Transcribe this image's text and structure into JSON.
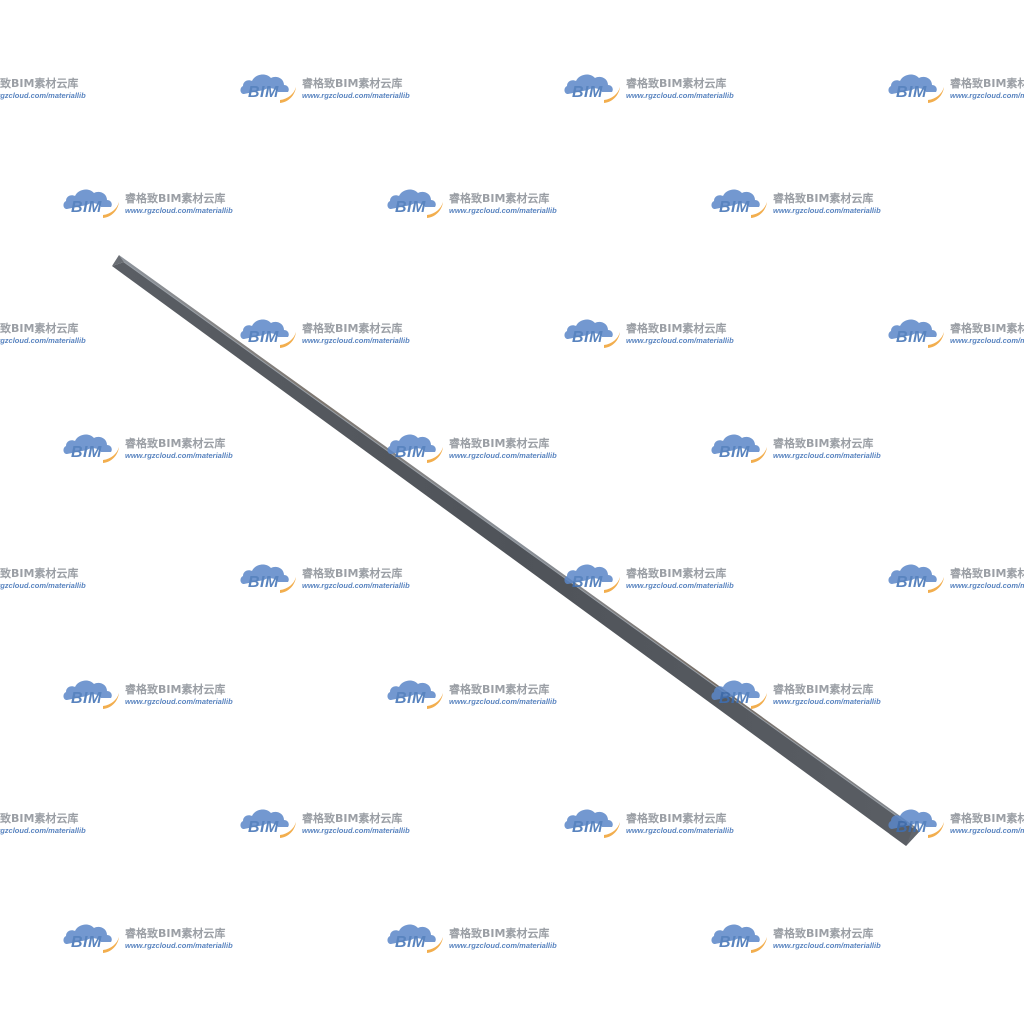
{
  "watermark": {
    "logo_text": "BIM",
    "title": "睿格致BIM素材云库",
    "url": "www.rgzcloud.com/materiallib",
    "logo_icon": "cloud-icon",
    "colors": {
      "cloud_blue": "#5b87c8",
      "swoosh_orange": "#f0a030",
      "logo_text": "#3d6fb5",
      "title_gray": "#8a8f96"
    }
  },
  "product": {
    "name_icon": "steel-angle-bar",
    "colors": {
      "steel_light": "#8e949c",
      "steel_mid": "#6e737a",
      "steel_dark": "#4f5359",
      "rust": "#7a6a5c"
    }
  },
  "background_color": "#ffffff"
}
